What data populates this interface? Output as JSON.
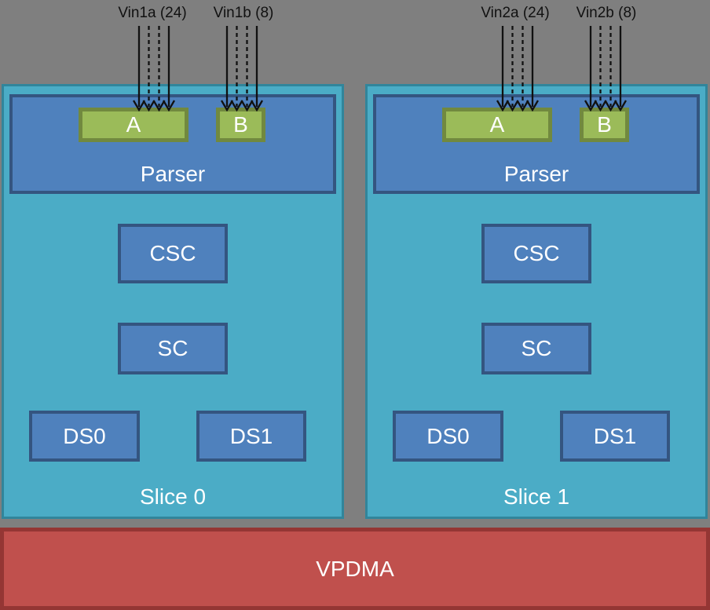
{
  "diagram": {
    "inputs": [
      {
        "id": "vin1a",
        "label": "Vin1a (24)",
        "width_bits": 24
      },
      {
        "id": "vin1b",
        "label": "Vin1b (8)",
        "width_bits": 8
      },
      {
        "id": "vin2a",
        "label": "Vin2a (24)",
        "width_bits": 24
      },
      {
        "id": "vin2b",
        "label": "Vin2b (8)",
        "width_bits": 8
      }
    ],
    "arrow_pattern": [
      "solid",
      "dashed",
      "dashed",
      "solid"
    ],
    "slices": [
      {
        "name": "Slice 0",
        "parser_label": "Parser",
        "port_a_label": "A",
        "port_b_label": "B",
        "csc_label": "CSC",
        "sc_label": "SC",
        "ds0_label": "DS0",
        "ds1_label": "DS1"
      },
      {
        "name": "Slice 1",
        "parser_label": "Parser",
        "port_a_label": "A",
        "port_b_label": "B",
        "csc_label": "CSC",
        "sc_label": "SC",
        "ds0_label": "DS0",
        "ds1_label": "DS1"
      }
    ],
    "vpdma_label": "VPDMA"
  },
  "colors": {
    "bg": "#7f7f7f",
    "slice_fill": "#4bacc6",
    "slice_border": "#31859b",
    "block_fill": "#4f81bd",
    "block_border": "#345580",
    "port_fill": "#9bbb59",
    "port_border": "#71893f",
    "vpdma_fill": "#c0504d",
    "vpdma_border": "#943634",
    "arrow": "#111111",
    "label_text": "#111111",
    "block_text": "#ffffff"
  }
}
